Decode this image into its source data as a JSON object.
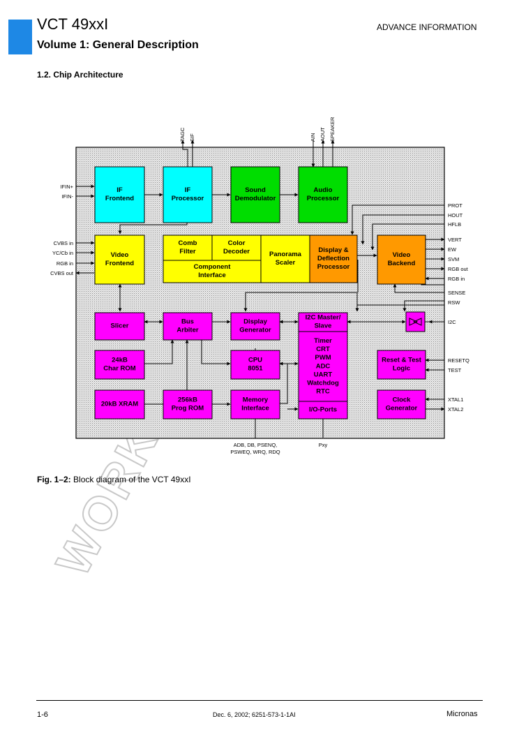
{
  "header": {
    "title": "VCT 49xxI",
    "advance": "ADVANCE INFORMATION",
    "volume": "Volume 1: General Description"
  },
  "section": {
    "title": "1.2. Chip Architecture"
  },
  "caption": {
    "label": "Fig. 1–2:",
    "text": " Block diagram of the VCT 49xxI"
  },
  "footer": {
    "page": "1-6",
    "doc": "Dec. 6, 2002; 6251-573-1-1AI",
    "brand": "Micronas"
  },
  "watermark": "WORKI",
  "colors": {
    "cyan": "#00ffff",
    "green": "#00dd00",
    "yellow": "#ffff00",
    "orange": "#ff9900",
    "magenta": "#ff00ff",
    "accent": "#1e88e5"
  },
  "diagram": {
    "blocks": {
      "if_frontend": [
        "IF",
        "Frontend"
      ],
      "if_processor": [
        "IF",
        "Processor"
      ],
      "sound_demod": [
        "Sound",
        "Demodulator"
      ],
      "audio_proc": [
        "Audio",
        "Processor"
      ],
      "video_frontend": [
        "Video",
        "Frontend"
      ],
      "comb_filter": [
        "Comb",
        "Filter"
      ],
      "color_decoder": [
        "Color",
        "Decoder"
      ],
      "component_if": [
        "Component",
        "Interface"
      ],
      "panorama": [
        "Panorama",
        "Scaler"
      ],
      "display_defl": [
        "Display &",
        "Deflection",
        "Processor"
      ],
      "video_backend": [
        "Video",
        "Backend"
      ],
      "slicer": [
        "Slicer"
      ],
      "bus_arbiter": [
        "Bus",
        "Arbiter"
      ],
      "display_gen": [
        "Display",
        "Generator"
      ],
      "i2c_master": [
        "I2C Master/",
        "Slave"
      ],
      "peripherals": [
        "Timer",
        "CRT",
        "PWM",
        "ADC",
        "UART",
        "Watchdog",
        "RTC"
      ],
      "io_ports": [
        "I/O-Ports"
      ],
      "char_rom": [
        "24kB",
        "Char ROM"
      ],
      "cpu": [
        "CPU",
        "8051"
      ],
      "reset_test": [
        "Reset & Test",
        "Logic"
      ],
      "xram": [
        "20kB XRAM"
      ],
      "prog_rom": [
        "256kB",
        "Prog ROM"
      ],
      "mem_if": [
        "Memory",
        "Interface"
      ],
      "clock_gen": [
        "Clock",
        "Generator"
      ]
    },
    "pins_left": [
      "IFIN+",
      "IFIN-",
      "CVBS in",
      "YC/Cb in",
      "RGB in",
      "CVBS out"
    ],
    "pins_top": [
      "TAGC",
      "SIF",
      "AIN",
      "AOUT",
      "SPEAKER"
    ],
    "pins_right": [
      "PROT",
      "HOUT",
      "HFLB",
      "VERT",
      "EW",
      "SVM",
      "RGB out",
      "RGB in",
      "SENSE",
      "RSW",
      "I2C",
      "RESETQ",
      "TEST",
      "XTAL1",
      "XTAL2"
    ],
    "pins_bottom": [
      "ADB, DB, PSENQ,",
      "PSWEQ, WRQ, RDQ",
      "Pxy"
    ]
  }
}
